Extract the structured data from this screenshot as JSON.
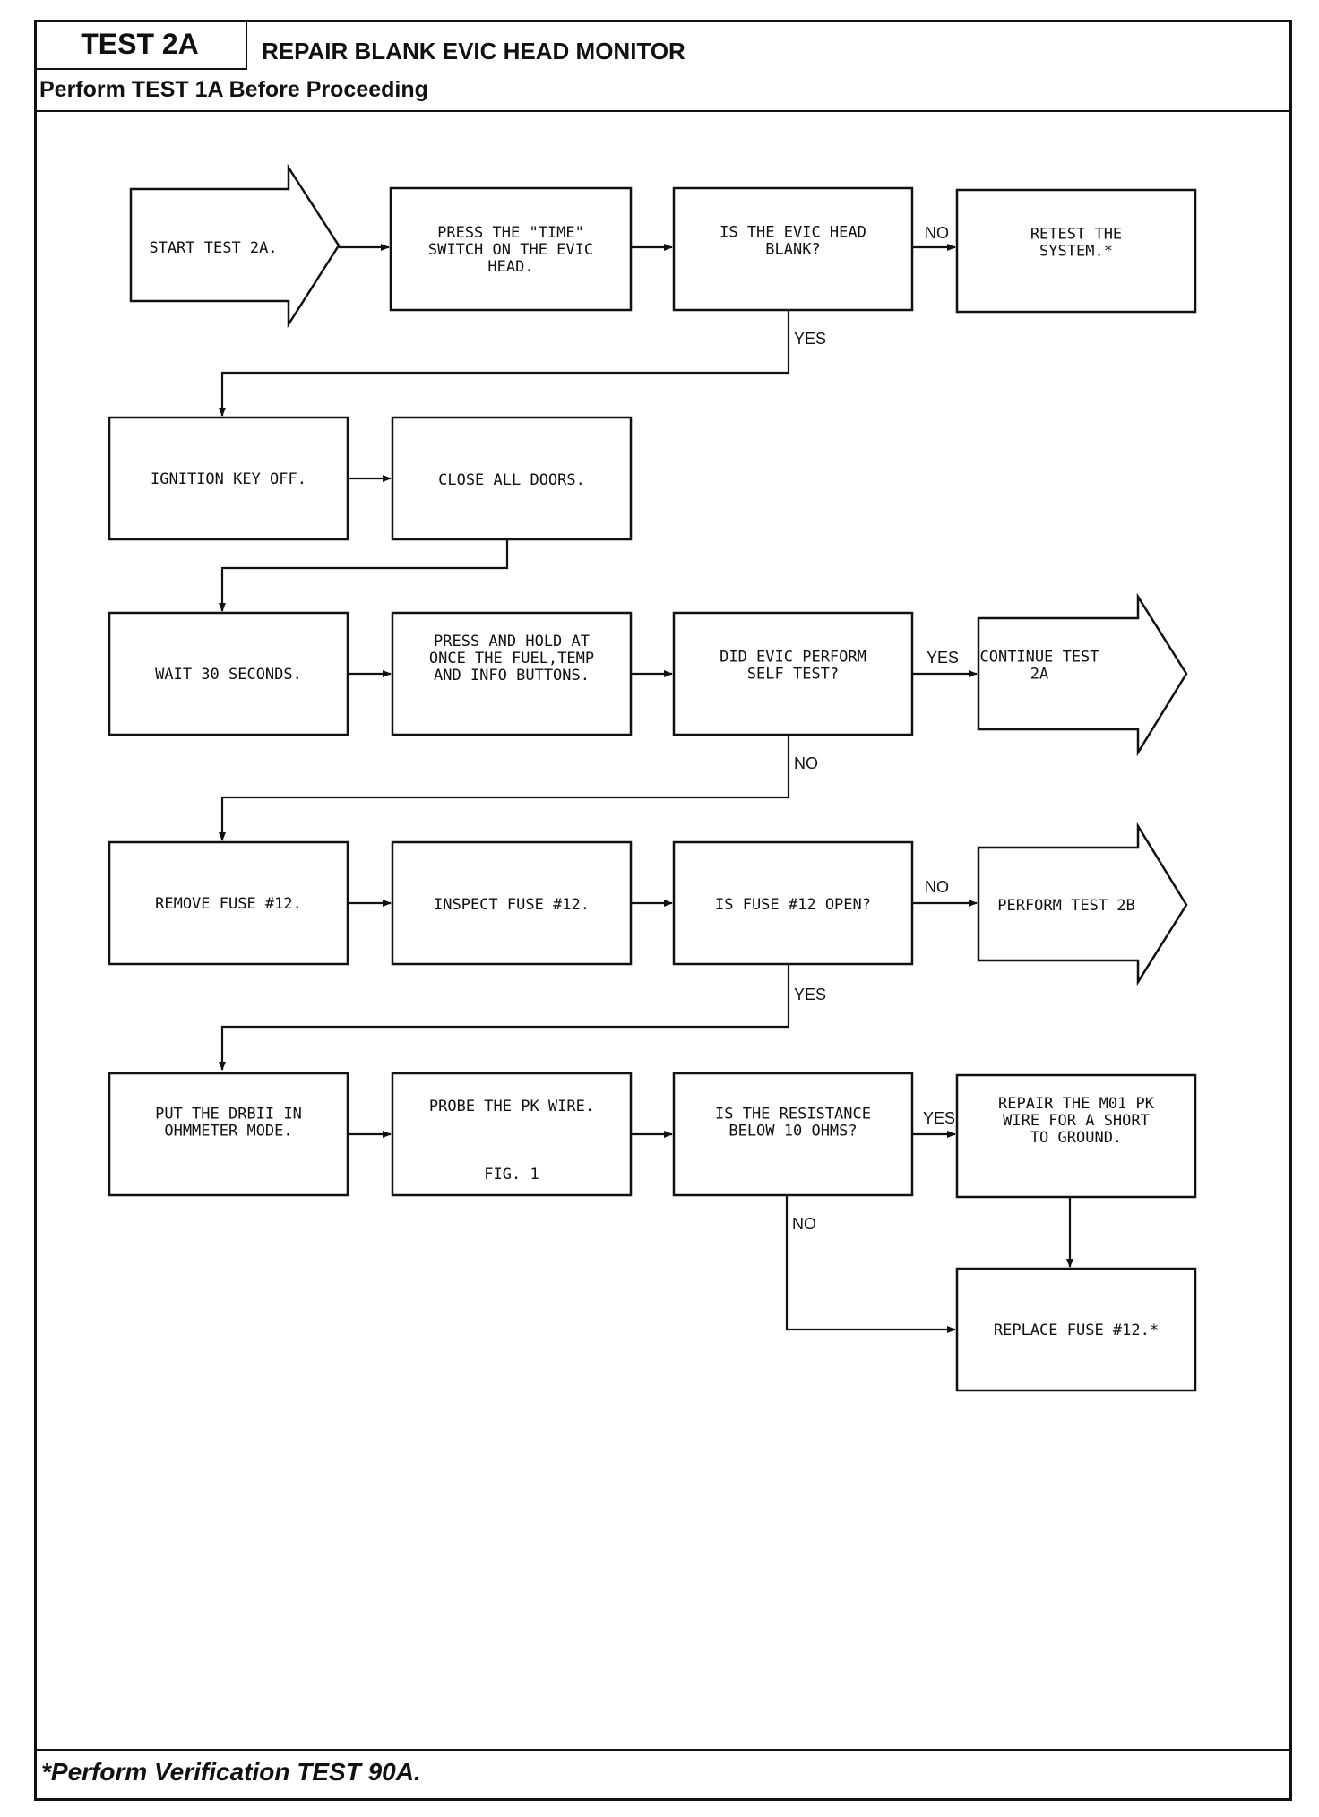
{
  "header": {
    "test_id": "TEST 2A",
    "title": "REPAIR BLANK EVIC HEAD MONITOR",
    "subtitle": "Perform TEST 1A Before Proceeding"
  },
  "footer": {
    "note": "*Perform Verification TEST 90A."
  },
  "nodes": {
    "start": [
      "START TEST 2A."
    ],
    "press_time": [
      "PRESS THE \"TIME\"",
      "SWITCH ON THE EVIC",
      "HEAD."
    ],
    "is_blank": [
      "IS THE EVIC HEAD",
      "BLANK?"
    ],
    "retest": [
      "RETEST THE",
      "SYSTEM.*"
    ],
    "ignition": [
      "IGNITION KEY OFF."
    ],
    "close_doors": [
      "CLOSE ALL DOORS."
    ],
    "wait": [
      "WAIT 30 SECONDS."
    ],
    "press_hold": [
      "PRESS AND HOLD AT",
      "ONCE THE FUEL,TEMP",
      "AND INFO BUTTONS."
    ],
    "self_test": [
      "DID EVIC PERFORM",
      "SELF TEST?"
    ],
    "continue": [
      "CONTINUE TEST",
      "2A"
    ],
    "remove_fuse": [
      "REMOVE FUSE #12."
    ],
    "inspect_fuse": [
      "INSPECT FUSE #12."
    ],
    "fuse_open": [
      "IS FUSE #12 OPEN?"
    ],
    "perform_2b": [
      "PERFORM TEST 2B"
    ],
    "put_drbii": [
      "PUT THE DRBII IN",
      "OHMMETER MODE."
    ],
    "probe": [
      "PROBE THE PK WIRE."
    ],
    "probe_fig": [
      "FIG. 1"
    ],
    "resistance": [
      "IS THE RESISTANCE",
      "BELOW 10 OHMS?"
    ],
    "repair_wire": [
      "REPAIR THE M01 PK",
      "WIRE FOR A SHORT",
      "TO GROUND."
    ],
    "replace_fuse": [
      "REPLACE FUSE #12.*"
    ]
  },
  "labels": {
    "blank_no": "NO",
    "blank_yes": "YES",
    "self_yes": "YES",
    "self_no": "NO",
    "fuse_no": "NO",
    "fuse_yes": "YES",
    "res_yes": "YES",
    "res_no": "NO"
  }
}
